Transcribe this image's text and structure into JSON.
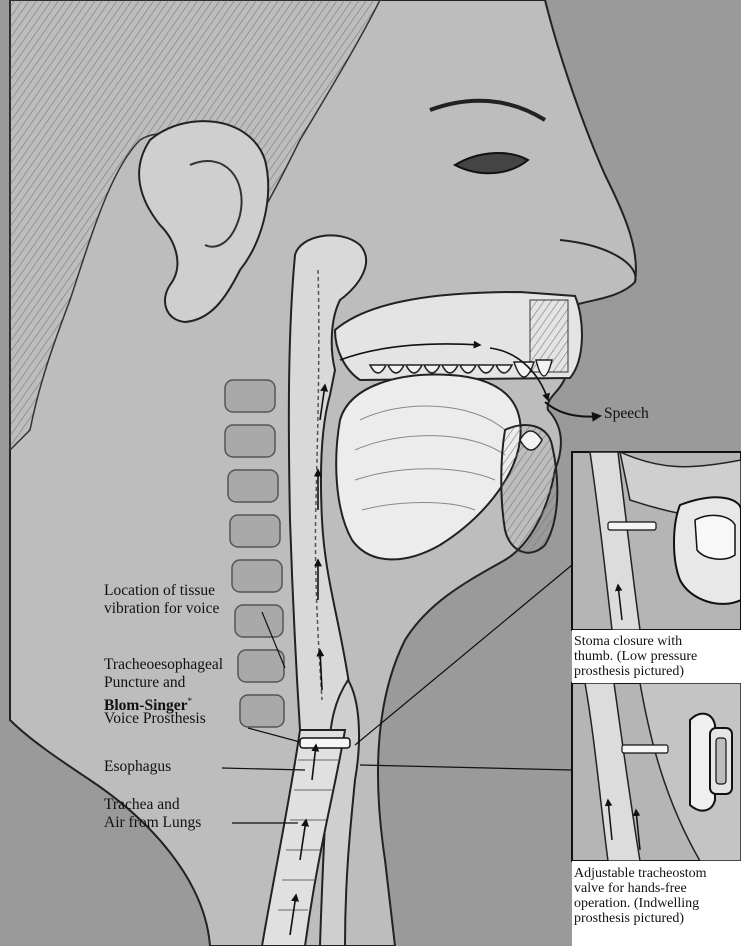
{
  "labels": {
    "speech": "Speech",
    "tissue_vibration_line1": "Location of tissue",
    "tissue_vibration_line2": "vibration for voice",
    "puncture_line1": "Tracheoesophageal",
    "puncture_line2": "Puncture and",
    "puncture_line3": "Blom-Singer",
    "puncture_mark": "*",
    "puncture_line4": "Voice Prosthesis",
    "esophagus": "Esophagus",
    "trachea_line1": "Trachea and",
    "trachea_line2": "Air from Lungs"
  },
  "inset_top": {
    "caption_line1": "Stoma closure with",
    "caption_line2": "thumb. (Low pressure",
    "caption_line3": "prosthesis pictured)"
  },
  "inset_bottom": {
    "caption_line1": "Adjustable tracheostom",
    "caption_line2": "valve for hands-free",
    "caption_line3": "operation. (Indwelling",
    "caption_line4": "prosthesis pictured)"
  },
  "colors": {
    "background": "#9a9a9a",
    "skin": "#b8b8b8",
    "tissue": "#e6e6e6",
    "ink": "#111111"
  }
}
